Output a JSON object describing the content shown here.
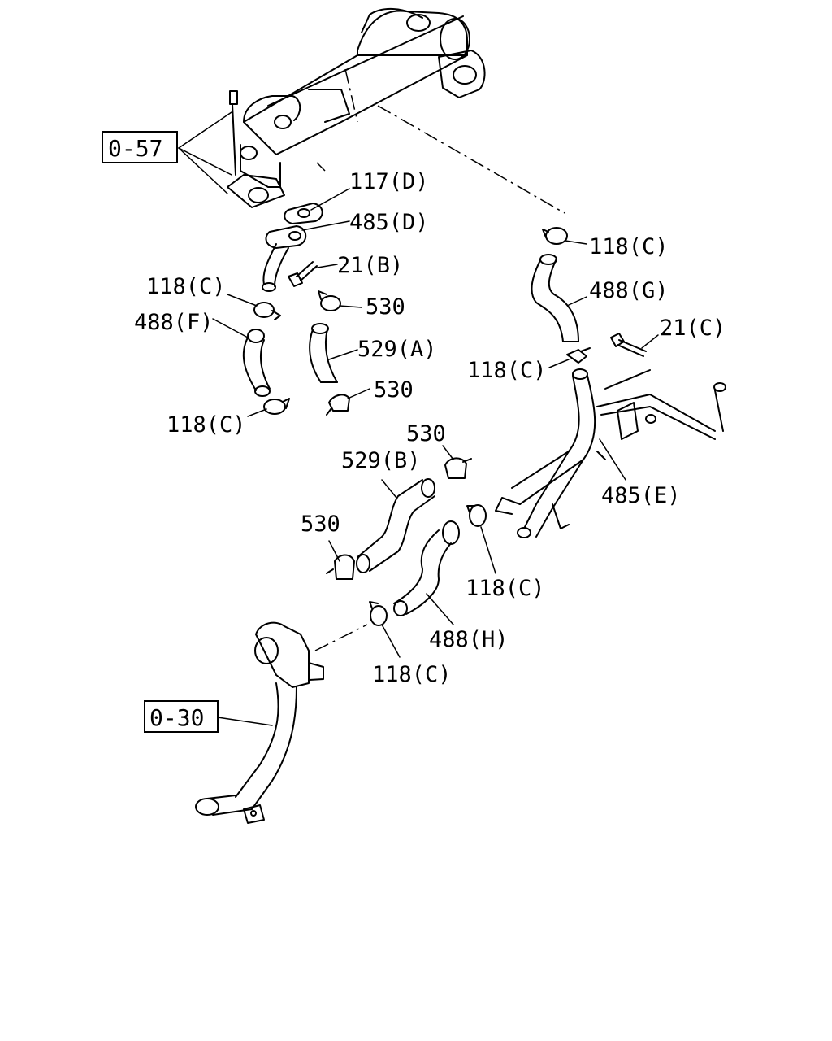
{
  "refs": {
    "r057": "0-57",
    "r030": "0-30"
  },
  "labels": {
    "l117d": "117(D)",
    "l485d": "485(D)",
    "l118c_top": "118(C)",
    "l21b": "21(B)",
    "l488g": "488(G)",
    "l118c_left": "118(C)",
    "l530_a": "530",
    "l488f": "488(F)",
    "l21c": "21(C)",
    "l529a": "529(A)",
    "l118c_mid": "118(C)",
    "l530_b": "530",
    "l118c_lower": "118(C)",
    "l530_c": "530",
    "l529b": "529(B)",
    "l485e": "485(E)",
    "l530_d": "530",
    "l118c_h": "118(C)",
    "l488h": "488(H)",
    "l118c_bottom": "118(C)"
  }
}
